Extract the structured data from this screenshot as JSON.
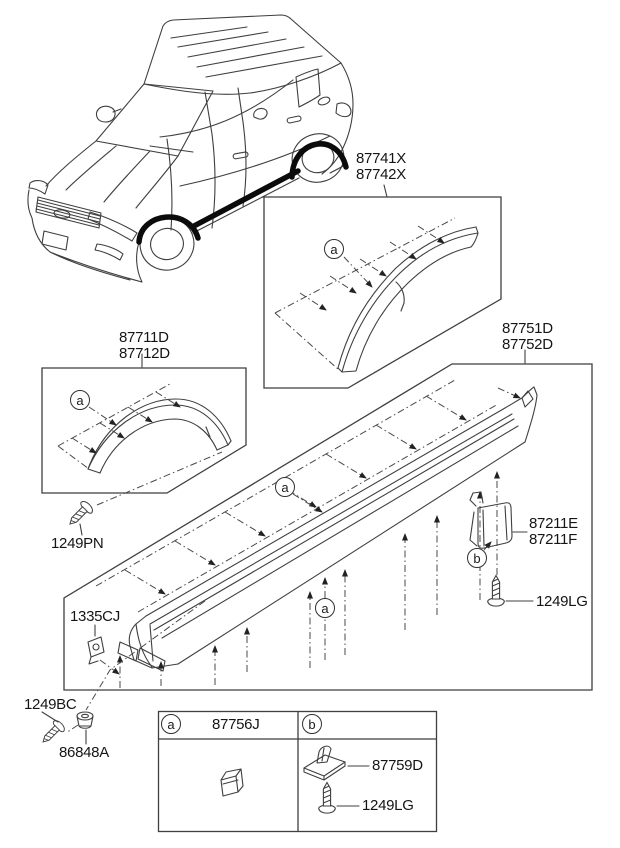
{
  "diagram_type": "vehicle body side moulding parts diagram",
  "callouts": {
    "a": "a",
    "b": "b"
  },
  "labels": {
    "rear_arch": {
      "line1": "87741X",
      "line2": "87742X"
    },
    "front_arch": {
      "line1": "87711D",
      "line2": "87712D"
    },
    "side_sill": {
      "line1": "87751D",
      "line2": "87752D"
    },
    "sill_clip": {
      "line1": "87211E",
      "line2": "87211F"
    },
    "sill_screw": "1249LG",
    "front_arch_screw": "1249PN",
    "sill_end_clip": "1335CJ",
    "sill_end_screw": "1249BC",
    "sill_end_grommet": "86848A"
  },
  "legend": {
    "a_part_number": "87756J",
    "b_clip_part_number": "87759D",
    "b_screw_part_number": "1249LG"
  }
}
